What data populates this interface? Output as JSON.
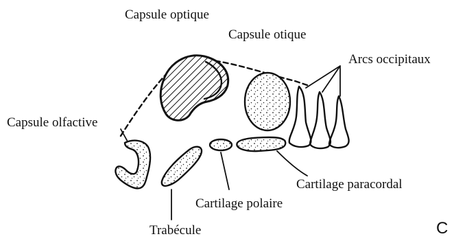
{
  "figure": {
    "panel_letter": "C",
    "labels": {
      "capsule_optique": "Capsule optique",
      "capsule_otique": "Capsule otique",
      "arcs_occipitaux": "Arcs occipitaux",
      "capsule_olfactive": "Capsule olfactive",
      "cartilage_paracordal": "Cartilage paracordal",
      "cartilage_polaire": "Cartilage polaire",
      "trabecule": "Trabécule"
    }
  }
}
